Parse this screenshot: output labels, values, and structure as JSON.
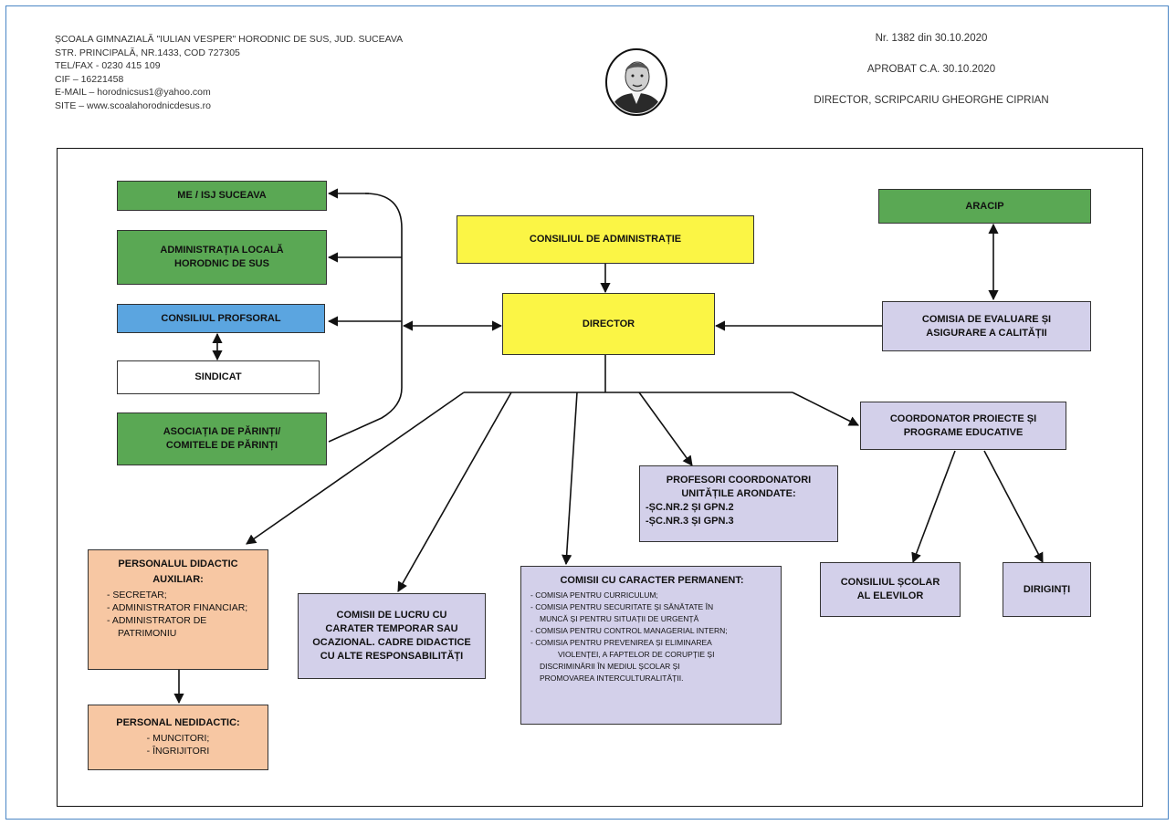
{
  "header": {
    "school_lines": [
      "ȘCOALA GIMNAZIALĂ \"IULIAN VESPER\" HORODNIC DE SUS, JUD. SUCEAVA",
      "STR. PRINCIPALĂ, NR.1433, COD 727305",
      "TEL/FAX - 0230 415 109",
      "CIF – 16221458",
      "E-MAIL – horodnicsus1@yahoo.com",
      "SITE – www.scoalahorodnicdesus.ro"
    ],
    "doc_number": "Nr. 1382 din 30.10.2020",
    "approval": "APROBAT C.A. 30.10.2020",
    "director_line": "DIRECTOR, SCRIPCARIU GHEORGHE CIPRIAN"
  },
  "nodes": {
    "me_isj": "ME / ISJ SUCEAVA",
    "admin_locala": [
      "ADMINISTRAȚIA LOCALĂ",
      "HORODNIC DE SUS"
    ],
    "consiliul_profesoral": "CONSILIUL PROFSORAL",
    "sindicat": "SINDICAT",
    "asociatia_parinti": [
      "ASOCIAȚIA DE PĂRINȚI/",
      "COMITELE DE PĂRINȚI"
    ],
    "consiliul_admin": "CONSILIUL DE ADMINISTRAȚIE",
    "director": "DIRECTOR",
    "aracip": "ARACIP",
    "comisia_evaluare": [
      "COMISIA DE EVALUARE ȘI",
      "ASIGURARE A CALITĂȚII"
    ],
    "coordonator_proiecte": [
      "COORDONATOR  PROIECTE ȘI",
      "PROGRAME  EDUCATIVE"
    ],
    "profesori_coord": {
      "title": [
        "PROFESORI COORDONATORI",
        "UNITĂȚILE ARONDATE:"
      ],
      "items": [
        "-ȘC.NR.2  ȘI  GPN.2",
        "-ȘC.NR.3  ȘI  GPN.3"
      ]
    },
    "consiliul_scolar": [
      "CONSILIUL  ȘCOLAR",
      "AL ELEVILOR"
    ],
    "diriginti": "DIRIGINȚI",
    "personal_auxiliar": {
      "title": [
        "PERSONALUL DIDACTIC",
        "AUXILIAR:"
      ],
      "items": [
        "- SECRETAR;",
        "- ADMINISTRATOR FINANCIAR;",
        "- ADMINISTRATOR DE",
        "PATRIMONIU"
      ]
    },
    "personal_nedidactic": {
      "title": "PERSONAL NEDIDACTIC:",
      "items": [
        "- MUNCITORI;",
        "- ÎNGRIJITORI"
      ]
    },
    "comisii_lucru": [
      "COMISII DE LUCRU CU",
      "CARATER TEMPORAR SAU",
      "OCAZIONAL. CADRE DIDACTICE",
      "CU ALTE RESPONSABILITĂȚI"
    ],
    "comisii_permanente": {
      "title": "COMISII CU CARACTER PERMANENT:",
      "items": [
        "- COMISIA PENTRU CURRICULUM;",
        "- COMISIA PENTRU SECURITATE ȘI SĂNĂTATE ÎN",
        "MUNCĂ ȘI PENTRU SITUAȚII DE URGENȚĂ",
        "- COMISIA PENTRU CONTROL MANAGERIAL INTERN;",
        "- COMISIA PENTRU PREVENIREA ȘI ELIMINAREA",
        "VIOLENȚEI, A FAPTELOR DE CORUPȚIE ȘI",
        "DISCRIMINĂRII ÎN MEDIUL ȘCOLAR ȘI",
        "PROMOVAREA INTERCULTURALITĂȚII."
      ]
    }
  },
  "colors": {
    "green": "#5aa854",
    "yellow": "#fbf545",
    "blue": "#5ba5e0",
    "lavender": "#d3d0ea",
    "peach": "#f7c7a3",
    "frame_blue": "#4a86c5"
  }
}
